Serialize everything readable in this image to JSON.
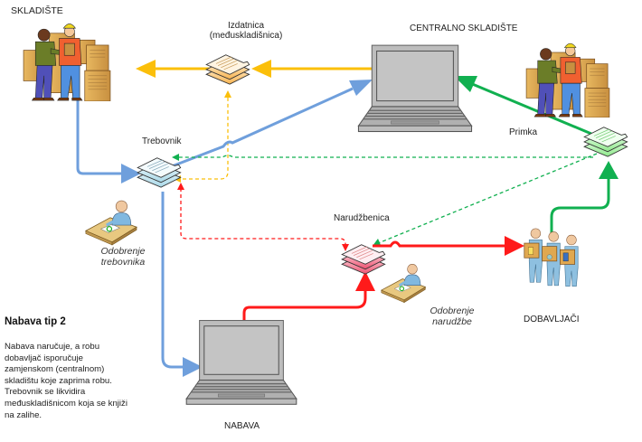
{
  "labels": {
    "skladiste": "SKLADIŠTE",
    "izdatnica_line1": "Izdatnica",
    "izdatnica_line2": "(međuskladišnica)",
    "centralno_skladiste": "CENTRALNO SKLADIŠTE",
    "trebovnik": "Trebovnik",
    "primka": "Primka",
    "narudzbenica": "Narudžbenica",
    "odobrenje_trebovnika_line1": "Odobrenje",
    "odobrenje_trebovnika_line2": "trebovnika",
    "odobrenje_narudzbe_line1": "Odobrenje",
    "odobrenje_narudzbe_line2": "narudžbe",
    "dobavljaci": "DOBAVLJAČI",
    "nabava": "NABAVA"
  },
  "description": {
    "title": "Nabava tip 2",
    "body": "Nabava naručuje, a robu dobavljač isporučuje zamjenskom (centralnom) skladištu koje zaprima robu. Trebovnik se likvidira međuskladišnicom koja se knjiži na zalihe."
  },
  "colors": {
    "blue_flow": "#6f9fdc",
    "yellow_flow": "#fbbf0a",
    "green_flow": "#11b050",
    "red_flow": "#ff1a1a",
    "doc_blue": "#cfe8f0",
    "doc_orange": "#fcd9a0",
    "doc_green": "#c8f5c0",
    "doc_red": "#f8a0b0",
    "laptop": "#bdbdbd"
  },
  "icons": {
    "warehouse_left": "warehouse-workers-icon",
    "warehouse_right": "warehouse-workers-icon",
    "laptop_central": "laptop-icon",
    "laptop_nabava": "laptop-icon",
    "doc_izdatnica": "document-stack-icon",
    "doc_trebovnik": "document-stack-icon",
    "doc_primka": "document-stack-icon",
    "doc_narudzbenica": "document-stack-icon",
    "approver_trebovnik": "person-at-desk-icon",
    "approver_narudzba": "person-at-desk-icon",
    "suppliers": "delivery-people-icon"
  }
}
